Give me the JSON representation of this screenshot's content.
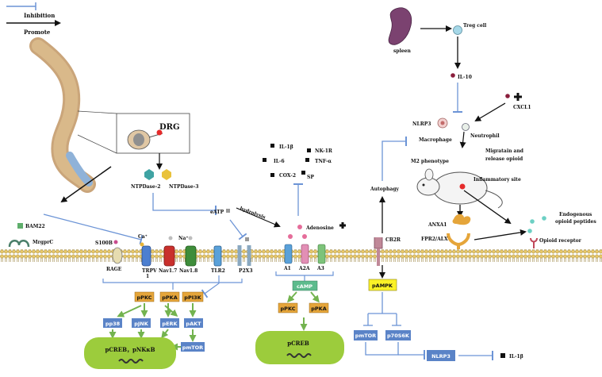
{
  "legend": {
    "inhibition": "Inhibition",
    "promote": "Promote"
  },
  "left": {
    "drg": "DRG",
    "ntpdase2": "NTPDase-2",
    "ntpdase3": "NTPDase-3",
    "bam22": "BAM22",
    "mrgprc": "MrgprC",
    "s100b": "S100B",
    "rage": "RAGE",
    "ca": "Ca⁺",
    "na": "Na⁺",
    "trpv1_a": "TRPV",
    "trpv1_b": "1",
    "nav17": "Nav1.7",
    "nav18": "Nav1.8",
    "tlr2": "TLR2",
    "p2x3": "P2X3",
    "eatp": "eATP",
    "hydrolysis": "hydrolysis",
    "ppkc": "pPKC",
    "ppka": "pPKA",
    "ppi3k": "pPI3K",
    "pp38": "pp38",
    "pjnk": "pJNK",
    "perk": "pERK",
    "pakt": "pAKT",
    "pmtor": "pmTOR",
    "nucleus": "pCREB，pNKκB"
  },
  "middle": {
    "il1b": "IL-1β",
    "nk1r": "NK-1R",
    "il6": "IL-6",
    "tnfa": "TNF-α",
    "cox2": "COX-2",
    "sp": "SP",
    "adenosine": "Adenosine",
    "a1": "A1",
    "a2a": "A2A",
    "a3": "A3",
    "camp": "cAMP",
    "ppkc": "pPKC",
    "ppka": "pPKA",
    "nucleus": "pCREB"
  },
  "right": {
    "spleen": "spleen",
    "treg": "Treg cell",
    "il10": "IL-10",
    "cxcl1": "CXCL1",
    "nlrp3_macro": "NLRP3",
    "macrophage": "Macrophage",
    "neutrophil": "Neutrophil",
    "migrate": "Migratain and",
    "release": "release opioid",
    "m2": "M2 phenotype",
    "inflam": "Inflammatory site",
    "autophagy": "Autophagy",
    "annxa1": "ANXA1",
    "fpr2": "FPR2/ALX",
    "endogenous_1": "Endogenous",
    "endogenous_2": "opioid peptides",
    "opioid_receptor": "Opioid receptor",
    "cb2r": "CB2R",
    "pampk": "pAMPK",
    "pmtor": "pmTOR",
    "p70s6k": "p70S6K",
    "nlrp3": "NLRP3",
    "il1b": "IL-1β"
  },
  "colors": {
    "inhibit": "#6c94d6",
    "promote_green": "#73b34f",
    "orange_box": "#e5a53a",
    "blue_box": "#5a83c7",
    "nucleus": "#9ccc3c",
    "membrane": "#e8c86a",
    "yellow_box": "#fbf227",
    "teal_box": "#5dbb8d"
  }
}
